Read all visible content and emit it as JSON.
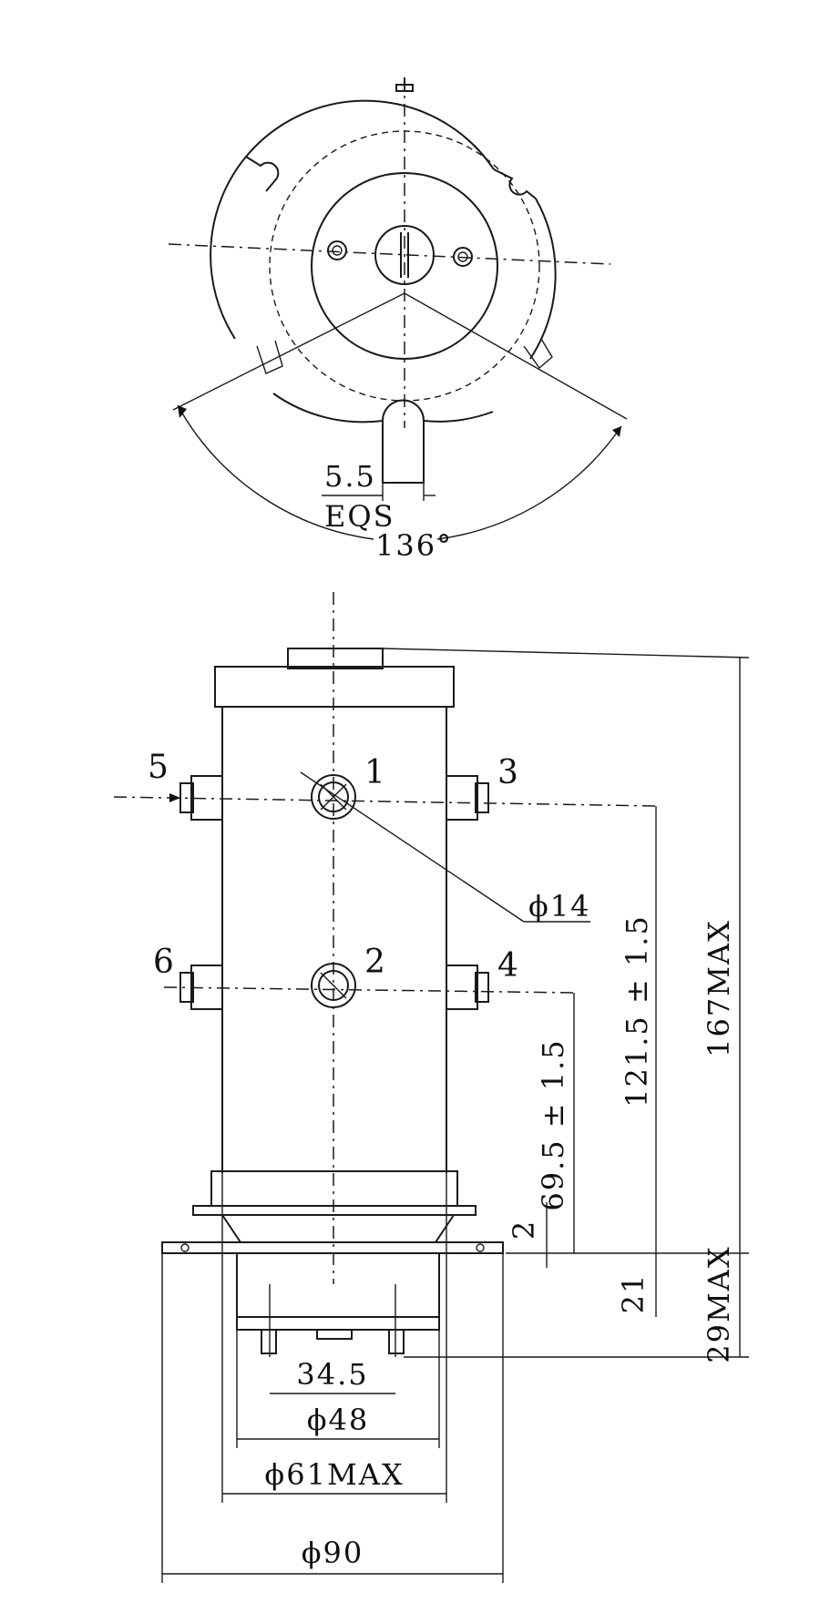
{
  "top_view": {
    "dim_width": "5.5",
    "dim_note": "EQS",
    "dim_angle": "136°"
  },
  "front_view": {
    "terminal_labels": [
      "1",
      "2",
      "3",
      "4",
      "5",
      "6"
    ],
    "dim_hole_diameter": "ϕ14",
    "dim_upper_height": "121.5 ± 1.5",
    "dim_lower_height": "69.5 ± 1.5",
    "dim_flange": "2",
    "dim_base": "21",
    "dim_total_height": "167MAX",
    "dim_base_max": "29MAX",
    "dim_stud_spacing": "34.5",
    "dim_inner_diameter": "ϕ48",
    "dim_body_diameter": "ϕ61MAX",
    "dim_flange_diameter": "ϕ90"
  }
}
